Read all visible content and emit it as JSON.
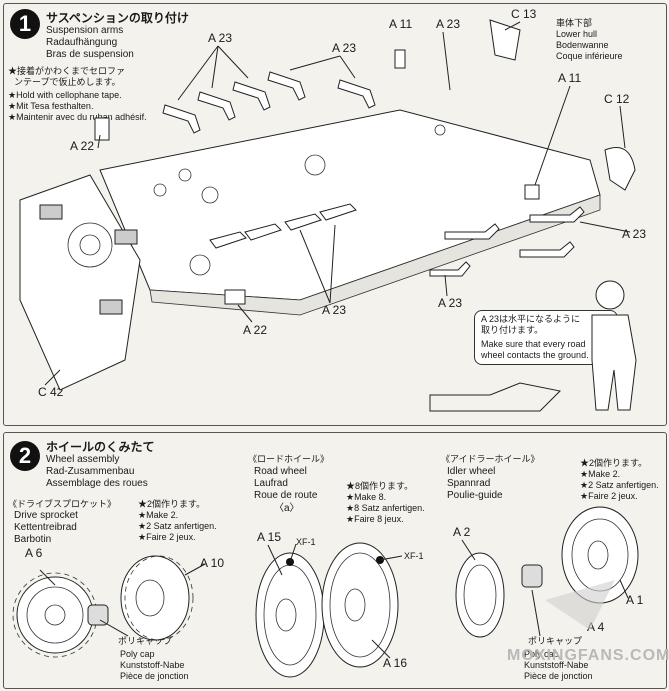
{
  "step1": {
    "number": "1",
    "title_jp": "サスペンションの取り付け",
    "title_en": "Suspension arms",
    "title_de": "Radaufhängung",
    "title_fr": "Bras de suspension",
    "note_jp_line1": "★接着がかわくまでセロファ",
    "note_jp_line2": "ンテープで仮止めします。",
    "note_en": "★Hold with cellophane tape.",
    "note_de": "★Mit Tesa festhalten.",
    "note_fr": "★Maintenir avec du ruban adhésif.",
    "hull_jp": "車体下部",
    "hull_en": "Lower hull",
    "hull_de": "Bodenwanne",
    "hull_fr": "Coque inférieure",
    "bubble_jp_line1": "A 23は水平になるように",
    "bubble_jp_line2": "取り付けます。",
    "bubble_en": "Make sure that every road wheel contacts the ground.",
    "labels": {
      "a23": "A 23",
      "a11": "A 11",
      "c13": "C 13",
      "c12": "C 12",
      "a22": "A 22",
      "c42": "C 42"
    }
  },
  "step2": {
    "number": "2",
    "title_jp": "ホイールのくみたて",
    "title_en": "Wheel assembly",
    "title_de": "Rad-Zusammenbau",
    "title_fr": "Assemblage des roues",
    "sprocket": {
      "jp": "《ドライブスプロケット》",
      "en": "Drive sprocket",
      "de": "Kettentreibrad",
      "fr": "Barbotin",
      "make_jp": "★2個作ります。",
      "make_en": "★Make 2.",
      "make_de": "★2 Satz anfertigen.",
      "make_fr": "★Faire 2 jeux."
    },
    "roadwheel": {
      "jp": "《ロードホイール》",
      "en": "Road wheel",
      "de": "Laufrad",
      "fr": "Roue de route",
      "sub": "〈a〉",
      "make_jp": "★8個作ります。",
      "make_en": "★Make 8.",
      "make_de": "★8 Satz anfertigen.",
      "make_fr": "★Faire 8 jeux."
    },
    "idler": {
      "jp": "《アイドラーホイール》",
      "en": "Idler wheel",
      "de": "Spannrad",
      "fr": "Poulie-guide",
      "make_jp": "★2個作ります。",
      "make_en": "★Make 2.",
      "make_de": "★2 Satz anfertigen.",
      "make_fr": "★Faire 2 jeux."
    },
    "polycap1": {
      "jp": "ポリキャップ",
      "en": "Poly cap",
      "de": "Kunststoff-Nabe",
      "fr": "Pièce de jonction"
    },
    "polycap2": {
      "jp": "ポリキャップ",
      "en": "Poly cap",
      "de": "Kunststoff-Nabe",
      "fr": "Pièce de jonction"
    },
    "labels": {
      "a6": "A 6",
      "a10": "A 10",
      "a15": "A 15",
      "a16": "A 16",
      "a2": "A 2",
      "a1": "A 1",
      "a4": "A 4",
      "xf1": "XF-1"
    }
  },
  "watermark": "MOXINGFANS.COM"
}
